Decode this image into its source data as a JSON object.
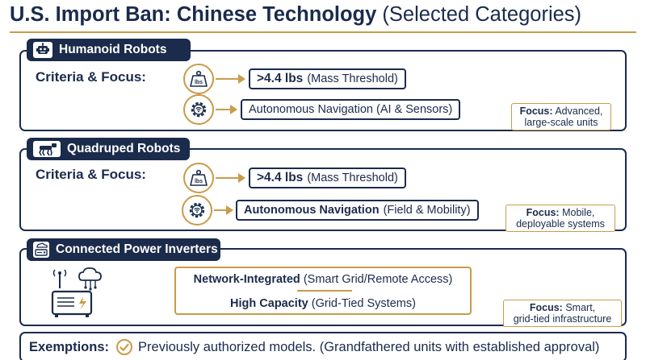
{
  "title": {
    "bold": "U.S. Import Ban: Chinese Technology",
    "subtitle": "(Selected Categories)"
  },
  "colors": {
    "navy": "#1b2b4b",
    "gold": "#c99b4a",
    "background": "#ffffff"
  },
  "sections": [
    {
      "name": "Humanoid Robots",
      "icon": "robot-head-icon",
      "criteria_label": "Criteria & Focus:",
      "criteria": [
        {
          "icon": "weight-lbs-icon",
          "icon_text": "lbs",
          "bold": ">4.4 lbs",
          "text": "(Mass Threshold)"
        },
        {
          "icon": "gear-wifi-icon",
          "bold": "",
          "text": "Autonomous Navigation (AI & Sensors)"
        }
      ],
      "focus": {
        "label": "Focus:",
        "line1": "Advanced,",
        "line2": "large-scale units"
      }
    },
    {
      "name": "Quadruped Robots",
      "icon": "robot-dog-icon",
      "criteria_label": "Criteria & Focus:",
      "criteria": [
        {
          "icon": "weight-lbs-icon",
          "icon_text": "lbs",
          "bold": ">4.4 lbs",
          "text": "(Mass Threshold)"
        },
        {
          "icon": "gear-wifi-icon",
          "bold": "Autonomous Navigation",
          "text": "(Field & Mobility)"
        }
      ],
      "focus": {
        "label": "Focus:",
        "line1": "Mobile,",
        "line2": "deployable systems"
      }
    },
    {
      "name": "Connected Power Inverters",
      "icon": "inverter-icon",
      "lines": [
        {
          "bold": "Network-Integrated",
          "text": "(Smart Grid/Remote Access)"
        },
        {
          "bold": "High Capacity",
          "text": "(Grid-Tied Systems)"
        }
      ],
      "focus": {
        "label": "Focus:",
        "line1": "Smart,",
        "line2": "grid-tied infrastructure"
      }
    }
  ],
  "exemptions": {
    "label": "Exemptions:",
    "icon": "check-circle-icon",
    "text": "Previously authorized models. (Grandfathered units with established approval)"
  }
}
